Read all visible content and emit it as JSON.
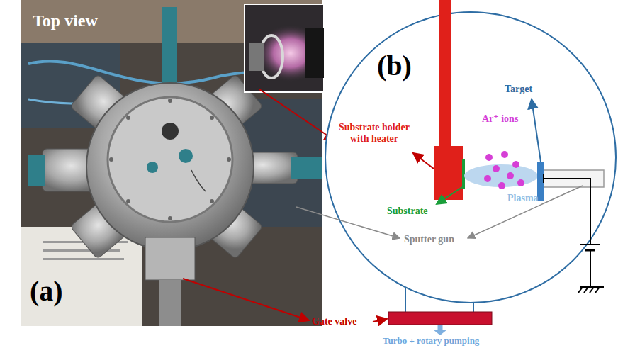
{
  "diagram": {
    "labels": [
      "(a)",
      "Top view",
      "(b)",
      "Substrate holder with heater",
      "Target",
      "Ar⁺ ions",
      "Plasma",
      "Substrate",
      "Sputter gun",
      "Gate valve",
      "Turbo + rotary pumping"
    ]
  }
}
